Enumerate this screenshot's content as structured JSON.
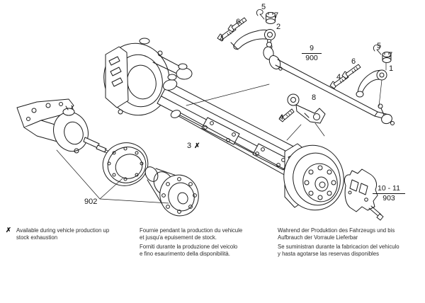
{
  "colors": {
    "line": "#1b1b1b",
    "text": "#161616",
    "background": "#ffffff"
  },
  "callouts": {
    "n1": "1",
    "n2": "2",
    "n3": "3",
    "n4": "4",
    "n5": "5",
    "n6": "6",
    "n7": "7",
    "n8": "8",
    "x": "✗",
    "hub_group": "902"
  },
  "fractions": {
    "drag_link": {
      "num": "9",
      "den": "900"
    },
    "caliper": {
      "num": "10 - 11",
      "den": "903"
    }
  },
  "footnotes": {
    "marker": "✗",
    "en": "Available during vehicle production up\nstock exhaustion",
    "fr": "Fournie pendant la production du vehicule\net jusqu'a epuisement de stock.",
    "it": "Forniti durante la produzione del veicolo\ne fino esaurimento della disponibilità.",
    "de": "Wahrend der Produktion des Fahrzeugs und bis\nAufbrauch der Vorraule Lieferbar",
    "es": "Se suministran durante la fabricacion del vehiculo\ny hasta agotarse las reservas disponibles"
  }
}
